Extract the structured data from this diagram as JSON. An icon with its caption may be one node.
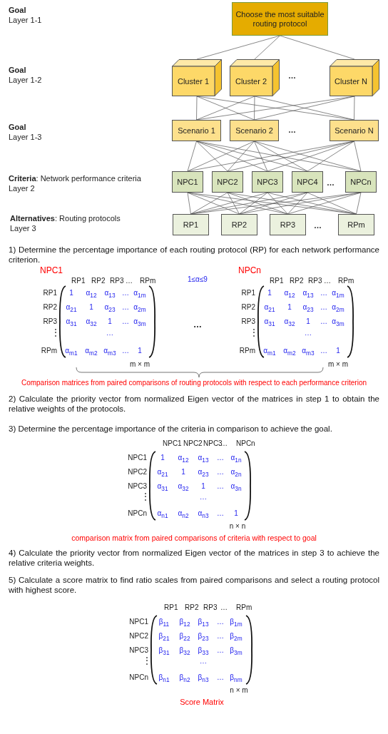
{
  "diagram": {
    "nodes": [
      {
        "text": [
          "Choose the most suitable routing protocol"
        ]
      },
      {
        "text": [
          "Cluster 1"
        ]
      },
      {
        "text": [
          "Cluster 2"
        ]
      },
      {
        "text": [
          "Cluster N"
        ]
      },
      {
        "text": [
          "Scenario 1"
        ]
      },
      {
        "text": [
          "Scenario 2"
        ]
      },
      {
        "text": [
          "Scenario N"
        ]
      },
      {
        "text": [
          "NPC1"
        ]
      },
      {
        "text": [
          "NPC2"
        ]
      },
      {
        "text": [
          "NPC3"
        ]
      },
      {
        "text": [
          "NPC4"
        ]
      },
      {
        "text": [
          "NPCn"
        ]
      },
      {
        "text": [
          "RP1"
        ]
      },
      {
        "text": [
          "RP2"
        ]
      },
      {
        "text": [
          "RP3"
        ]
      },
      {
        "text": [
          "RPm"
        ]
      }
    ],
    "edges": [
      {
        "from": 0,
        "to": 1,
        "arrow": "none"
      },
      {
        "from": 0,
        "to": 2,
        "arrow": "none"
      },
      {
        "from": 0,
        "to": 3,
        "arrow": "none"
      },
      {
        "from": 1,
        "to": 4,
        "arrow": "none"
      },
      {
        "from": 1,
        "to": 5,
        "arrow": "none"
      },
      {
        "from": 1,
        "to": 6,
        "arrow": "none"
      },
      {
        "from": 2,
        "to": 4,
        "arrow": "none"
      },
      {
        "from": 2,
        "to": 5,
        "arrow": "none"
      },
      {
        "from": 2,
        "to": 6,
        "arrow": "none"
      },
      {
        "from": 3,
        "to": 4,
        "arrow": "none"
      },
      {
        "from": 3,
        "to": 5,
        "arrow": "none"
      },
      {
        "from": 3,
        "to": 6,
        "arrow": "none"
      },
      {
        "from": 4,
        "to": 7,
        "arrow": "none"
      },
      {
        "from": 4,
        "to": 8,
        "arrow": "none"
      },
      {
        "from": 4,
        "to": 9,
        "arrow": "none"
      },
      {
        "from": 4,
        "to": 10,
        "arrow": "none"
      },
      {
        "from": 4,
        "to": 11,
        "arrow": "none"
      },
      {
        "from": 5,
        "to": 7,
        "arrow": "none"
      },
      {
        "from": 5,
        "to": 8,
        "arrow": "none"
      },
      {
        "from": 5,
        "to": 9,
        "arrow": "none"
      },
      {
        "from": 5,
        "to": 10,
        "arrow": "none"
      },
      {
        "from": 5,
        "to": 11,
        "arrow": "none"
      },
      {
        "from": 6,
        "to": 7,
        "arrow": "none"
      },
      {
        "from": 6,
        "to": 8,
        "arrow": "none"
      },
      {
        "from": 6,
        "to": 9,
        "arrow": "none"
      },
      {
        "from": 6,
        "to": 10,
        "arrow": "none"
      },
      {
        "from": 6,
        "to": 11,
        "arrow": "none"
      },
      {
        "from": 7,
        "to": 12,
        "arrow": "none"
      },
      {
        "from": 7,
        "to": 13,
        "arrow": "none"
      },
      {
        "from": 7,
        "to": 14,
        "arrow": "none"
      },
      {
        "from": 7,
        "to": 15,
        "arrow": "none"
      },
      {
        "from": 8,
        "to": 12,
        "arrow": "none"
      },
      {
        "from": 8,
        "to": 13,
        "arrow": "none"
      },
      {
        "from": 8,
        "to": 14,
        "arrow": "none"
      },
      {
        "from": 8,
        "to": 15,
        "arrow": "none"
      },
      {
        "from": 9,
        "to": 12,
        "arrow": "none"
      },
      {
        "from": 9,
        "to": 13,
        "arrow": "none"
      },
      {
        "from": 9,
        "to": 14,
        "arrow": "none"
      },
      {
        "from": 9,
        "to": 15,
        "arrow": "none"
      },
      {
        "from": 10,
        "to": 12,
        "arrow": "none"
      },
      {
        "from": 10,
        "to": 13,
        "arrow": "none"
      },
      {
        "from": 10,
        "to": 14,
        "arrow": "none"
      },
      {
        "from": 10,
        "to": 15,
        "arrow": "none"
      },
      {
        "from": 11,
        "to": 12,
        "arrow": "none"
      },
      {
        "from": 11,
        "to": 13,
        "arrow": "none"
      },
      {
        "from": 11,
        "to": 14,
        "arrow": "none"
      },
      {
        "from": 11,
        "to": 15,
        "arrow": "none"
      }
    ],
    "labels": [
      "Goal",
      "Layer 1-1",
      "Goal",
      "Layer 1-2",
      "…",
      "Goal",
      "Layer 1-3",
      "…",
      "**Criteria**: Network performance criteria",
      "Layer 2",
      "…",
      "**Alternatives**: Routing protocols",
      "Layer 3",
      "…",
      "1) Determine the percentage importance of each routing protocol (RP) for each network performance criterion.",
      "NPC1",
      "RP1",
      "RP2",
      "RP3",
      "…",
      "RPm",
      "RP1",
      "1",
      "α$_{12}$",
      "α$_{13}$",
      "…",
      "α$_{1m}$",
      "RP2",
      "α$_{21}$",
      "1",
      "α$_{23}$",
      "…",
      "α$_{2m}$",
      "RP3",
      "α$_{31}$",
      "α$_{32}$",
      "1",
      "…",
      "α$_{3m}$",
      "⋮",
      "⋯",
      "RPm",
      "α$_{m1}$",
      "α$_{m2}$",
      "α$_{m3}$",
      "…",
      "1",
      "m × m",
      "1≤α≤9",
      "…",
      "NPCn",
      "RP1",
      "RP2",
      "RP3",
      "…",
      "RPm",
      "RP1",
      "1",
      "α$_{12}$",
      "α$_{13}$",
      "…",
      "α$_{1m}$",
      "RP2",
      "α$_{21}$",
      "1",
      "α$_{23}$",
      "…",
      "α$_{2m}$",
      "RP3",
      "α$_{31}$",
      "α$_{32}$",
      "1",
      "…",
      "α$_{3m}$",
      "⋮",
      "⋯",
      "RPm",
      "α$_{m1}$",
      "α$_{m2}$",
      "α$_{m3}$",
      "…",
      "1",
      "m × m",
      "Comparison matrices from paired comparisons of routing protocols with respect to each performance criterion",
      "2) Calculate the priority vector from normalized Eigen vector of the matrices in step 1 to obtain the relative weights of the protocols.",
      "3) Determine the percentage importance of the criteria in comparison to achieve the goal.",
      "NPC1",
      "NPC2",
      "NPC3",
      "…",
      "NPCn",
      "NPC1",
      "1",
      "α$_{12}$",
      "α$_{13}$",
      "…",
      "α$_{1n}$",
      "NPC2",
      "α$_{21}$",
      "1",
      "α$_{23}$",
      "…",
      "α$_{2n}$",
      "NPC3",
      "α$_{31}$",
      "α$_{32}$",
      "1",
      "…",
      "α$_{3n}$",
      "⋮",
      "⋯",
      "NPCn",
      "α$_{n1}$",
      "α$_{n2}$",
      "α$_{n3}$",
      "…",
      "1",
      "n × n",
      "comparison matrix from paired comparisons of criteria with respect to goal",
      "4) Calculate the priority vector from normalized Eigen vector of the matrices in step 3 to achieve the relative criteria weights.",
      "5) Calculate a score matrix to find ratio scales from paired comparisons and select a routing protocol with highest score.",
      "RP1",
      "RP2",
      "RP3",
      "…",
      "RPm",
      "NPC1",
      "β$_{11}$",
      "β$_{12}$",
      "β$_{13}$",
      "…",
      "β$_{1m}$",
      "NPC2",
      "β$_{21}$",
      "β$_{22}$",
      "β$_{23}$",
      "…",
      "β$_{2m}$",
      "NPC3",
      "β$_{31}$",
      "β$_{32}$",
      "β$_{33}$",
      "…",
      "β$_{3m}$",
      "⋮",
      "⋯",
      "NPCn",
      "β$_{n1}$",
      "β$_{n2}$",
      "β$_{n3}$",
      "…",
      "β$_{nm}$",
      "n × m",
      "Score Matrix"
    ]
  }
}
